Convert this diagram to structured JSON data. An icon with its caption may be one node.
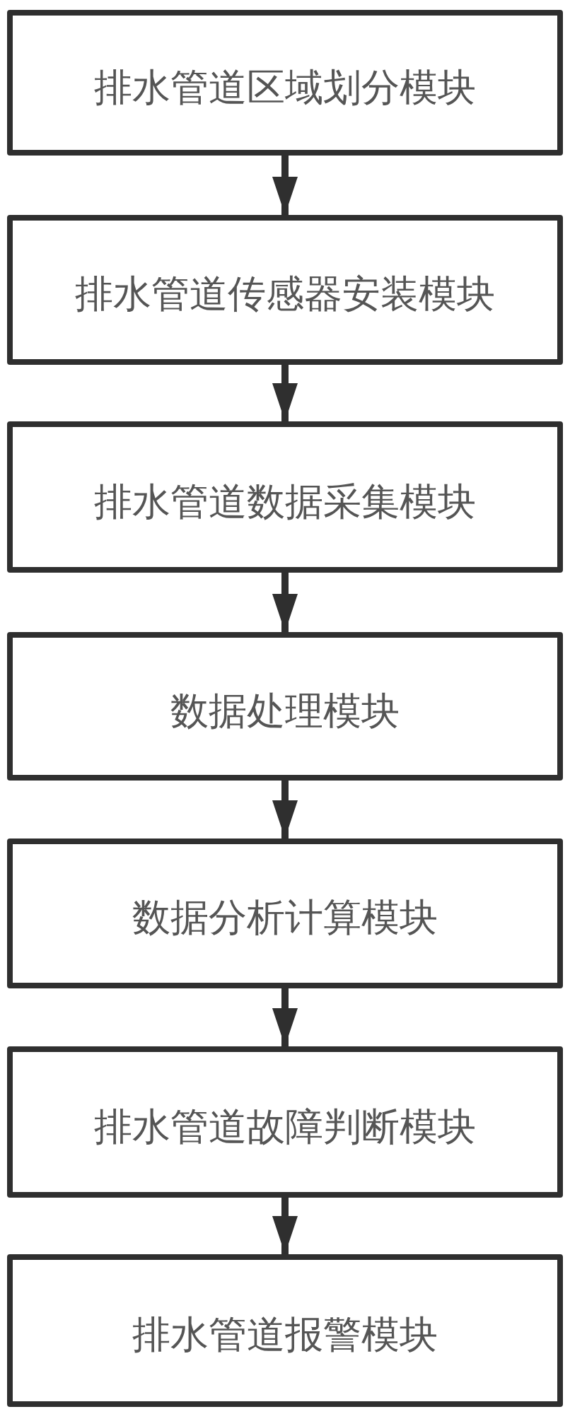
{
  "diagram": {
    "nodes": [
      {
        "text": [
          "排水管道区域划分模块"
        ]
      },
      {
        "text": [
          "排水管道传感器安装模块"
        ]
      },
      {
        "text": [
          "排水管道数据采集模块"
        ]
      },
      {
        "text": [
          "数据处理模块"
        ]
      },
      {
        "text": [
          "数据分析计算模块"
        ]
      },
      {
        "text": [
          "排水管道故障判断模块"
        ]
      },
      {
        "text": [
          "排水管道报警模块"
        ]
      }
    ],
    "edges": [
      {
        "from": 0,
        "to": 1,
        "arrow": "to"
      },
      {
        "from": 1,
        "to": 2,
        "arrow": "to"
      },
      {
        "from": 2,
        "to": 3,
        "arrow": "to"
      },
      {
        "from": 3,
        "to": 4,
        "arrow": "to"
      },
      {
        "from": 4,
        "to": 5,
        "arrow": "to"
      },
      {
        "from": 5,
        "to": 6,
        "arrow": "to"
      }
    ]
  }
}
